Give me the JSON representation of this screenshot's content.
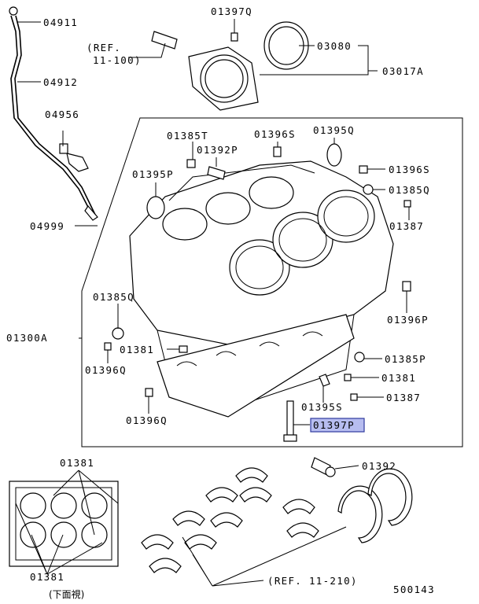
{
  "diagram_id": "500143",
  "colors": {
    "highlight_fill": "#b7bdf0",
    "highlight_border": "#2f3a9e",
    "line": "#000000"
  },
  "callouts": {
    "p04911": "04911",
    "p04912": "04912",
    "p04956": "04956",
    "p04999": "04999",
    "p01397Q": "01397Q",
    "p03080": "03080",
    "p03017A": "03017A",
    "p01385T": "01385T",
    "p01396S_top": "01396S",
    "p01395Q_top": "01395Q",
    "p01392P": "01392P",
    "p01395P": "01395P",
    "p01396S_right": "01396S",
    "p01385Q_right": "01385Q",
    "p01387_right": "01387",
    "p01385Q_left": "01385Q",
    "p01300A": "01300A",
    "p01396P": "01396P",
    "p01381_mid": "01381",
    "p01396Q_mid": "01396Q",
    "p01385P": "01385P",
    "p01381_right": "01381",
    "p01387_lower": "01387",
    "p01395S": "01395S",
    "p01396Q_lower": "01396Q",
    "p01397P": "01397P",
    "p01392": "01392",
    "p01381_inset_top": "01381",
    "p01381_inset_bottom": "01381"
  },
  "references": {
    "ref_upper_line1": "(REF.",
    "ref_upper_line2": "11-100)",
    "ref_lower": "(REF. 11-210)"
  },
  "inset_caption": "(下面視)"
}
